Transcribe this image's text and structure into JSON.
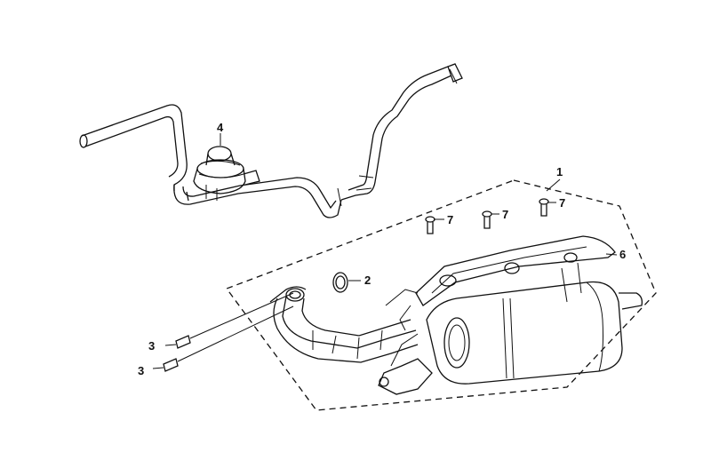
{
  "diagram": {
    "callouts": [
      {
        "id": "1",
        "text": "1"
      },
      {
        "id": "2",
        "text": "2"
      },
      {
        "id": "3a",
        "text": "3"
      },
      {
        "id": "3b",
        "text": "3"
      },
      {
        "id": "4",
        "text": "4"
      },
      {
        "id": "6",
        "text": "6"
      },
      {
        "id": "7a",
        "text": "7"
      },
      {
        "id": "7b",
        "text": "7"
      },
      {
        "id": "7c",
        "text": "7"
      }
    ],
    "parts": [
      {
        "ref": "1",
        "icon": "muffler-assembly-icon"
      },
      {
        "ref": "2",
        "icon": "gasket-icon"
      },
      {
        "ref": "3",
        "icon": "stud-bolt-icon"
      },
      {
        "ref": "4",
        "icon": "air-injection-valve-icon"
      },
      {
        "ref": "6",
        "icon": "muffler-cover-icon"
      },
      {
        "ref": "7",
        "icon": "bolt-icon"
      }
    ]
  }
}
